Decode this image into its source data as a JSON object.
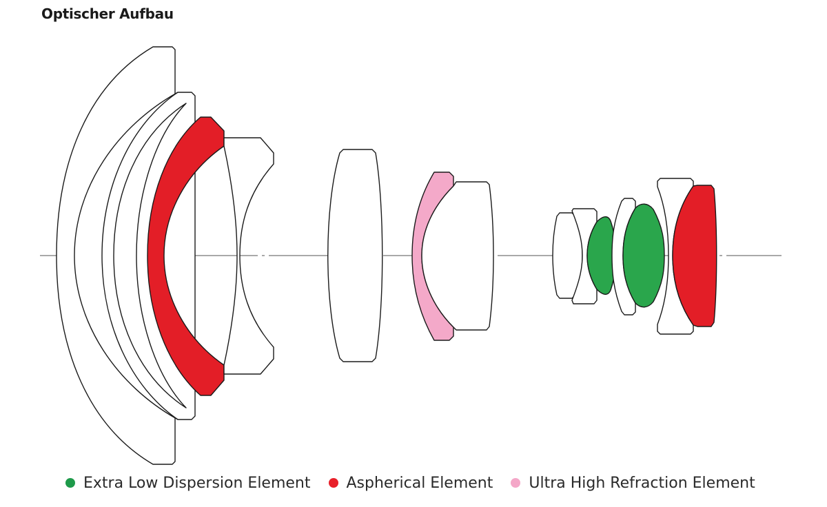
{
  "title": "Optischer Aufbau",
  "legend": [
    {
      "label": "Extra Low Dispersion Element",
      "color": "#1e9a4a"
    },
    {
      "label": "Aspherical Element",
      "color": "#e8202a"
    },
    {
      "label": "Ultra High Refraction Element",
      "color": "#f4a7c8"
    }
  ],
  "colors": {
    "plain": "#ffffff",
    "ed": "#2aa64c",
    "aspherical": "#e31e27",
    "uhr": "#f4a9c9",
    "axis": "#a9a9a9"
  }
}
